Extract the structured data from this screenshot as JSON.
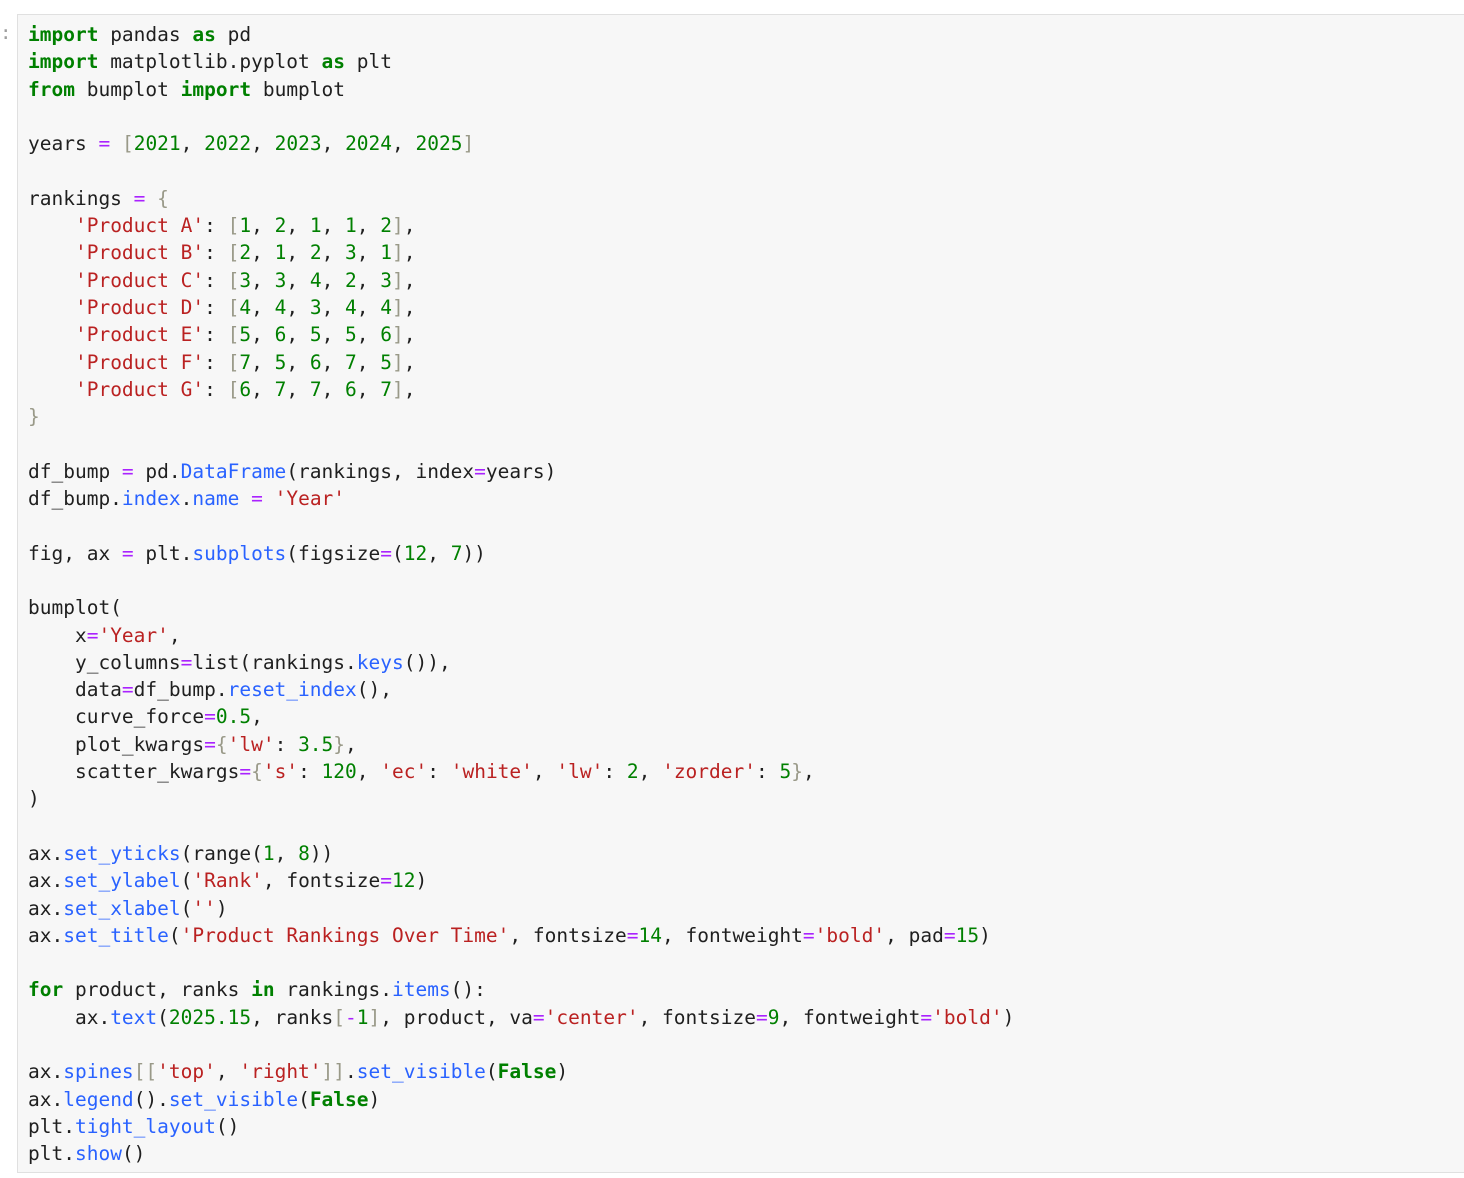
{
  "cell": {
    "prompt": ":",
    "lines": [
      [
        [
          "kw",
          "import"
        ],
        [
          "t",
          " pandas "
        ],
        [
          "kw",
          "as"
        ],
        [
          "t",
          " pd"
        ]
      ],
      [
        [
          "kw",
          "import"
        ],
        [
          "t",
          " matplotlib.pyplot "
        ],
        [
          "kw",
          "as"
        ],
        [
          "t",
          " plt"
        ]
      ],
      [
        [
          "kw",
          "from"
        ],
        [
          "t",
          " bumplot "
        ],
        [
          "kw",
          "import"
        ],
        [
          "t",
          " bumplot"
        ]
      ],
      [],
      [
        [
          "t",
          "years "
        ],
        [
          "op",
          "="
        ],
        [
          "t",
          " "
        ],
        [
          "br",
          "["
        ],
        [
          "num",
          "2021"
        ],
        [
          "t",
          ", "
        ],
        [
          "num",
          "2022"
        ],
        [
          "t",
          ", "
        ],
        [
          "num",
          "2023"
        ],
        [
          "t",
          ", "
        ],
        [
          "num",
          "2024"
        ],
        [
          "t",
          ", "
        ],
        [
          "num",
          "2025"
        ],
        [
          "br",
          "]"
        ]
      ],
      [],
      [
        [
          "t",
          "rankings "
        ],
        [
          "op",
          "="
        ],
        [
          "t",
          " "
        ],
        [
          "br",
          "{"
        ]
      ],
      [
        [
          "t",
          "    "
        ],
        [
          "str",
          "'Product A'"
        ],
        [
          "t",
          ": "
        ],
        [
          "br",
          "["
        ],
        [
          "num",
          "1"
        ],
        [
          "t",
          ", "
        ],
        [
          "num",
          "2"
        ],
        [
          "t",
          ", "
        ],
        [
          "num",
          "1"
        ],
        [
          "t",
          ", "
        ],
        [
          "num",
          "1"
        ],
        [
          "t",
          ", "
        ],
        [
          "num",
          "2"
        ],
        [
          "br",
          "]"
        ],
        [
          "t",
          ","
        ]
      ],
      [
        [
          "t",
          "    "
        ],
        [
          "str",
          "'Product B'"
        ],
        [
          "t",
          ": "
        ],
        [
          "br",
          "["
        ],
        [
          "num",
          "2"
        ],
        [
          "t",
          ", "
        ],
        [
          "num",
          "1"
        ],
        [
          "t",
          ", "
        ],
        [
          "num",
          "2"
        ],
        [
          "t",
          ", "
        ],
        [
          "num",
          "3"
        ],
        [
          "t",
          ", "
        ],
        [
          "num",
          "1"
        ],
        [
          "br",
          "]"
        ],
        [
          "t",
          ","
        ]
      ],
      [
        [
          "t",
          "    "
        ],
        [
          "str",
          "'Product C'"
        ],
        [
          "t",
          ": "
        ],
        [
          "br",
          "["
        ],
        [
          "num",
          "3"
        ],
        [
          "t",
          ", "
        ],
        [
          "num",
          "3"
        ],
        [
          "t",
          ", "
        ],
        [
          "num",
          "4"
        ],
        [
          "t",
          ", "
        ],
        [
          "num",
          "2"
        ],
        [
          "t",
          ", "
        ],
        [
          "num",
          "3"
        ],
        [
          "br",
          "]"
        ],
        [
          "t",
          ","
        ]
      ],
      [
        [
          "t",
          "    "
        ],
        [
          "str",
          "'Product D'"
        ],
        [
          "t",
          ": "
        ],
        [
          "br",
          "["
        ],
        [
          "num",
          "4"
        ],
        [
          "t",
          ", "
        ],
        [
          "num",
          "4"
        ],
        [
          "t",
          ", "
        ],
        [
          "num",
          "3"
        ],
        [
          "t",
          ", "
        ],
        [
          "num",
          "4"
        ],
        [
          "t",
          ", "
        ],
        [
          "num",
          "4"
        ],
        [
          "br",
          "]"
        ],
        [
          "t",
          ","
        ]
      ],
      [
        [
          "t",
          "    "
        ],
        [
          "str",
          "'Product E'"
        ],
        [
          "t",
          ": "
        ],
        [
          "br",
          "["
        ],
        [
          "num",
          "5"
        ],
        [
          "t",
          ", "
        ],
        [
          "num",
          "6"
        ],
        [
          "t",
          ", "
        ],
        [
          "num",
          "5"
        ],
        [
          "t",
          ", "
        ],
        [
          "num",
          "5"
        ],
        [
          "t",
          ", "
        ],
        [
          "num",
          "6"
        ],
        [
          "br",
          "]"
        ],
        [
          "t",
          ","
        ]
      ],
      [
        [
          "t",
          "    "
        ],
        [
          "str",
          "'Product F'"
        ],
        [
          "t",
          ": "
        ],
        [
          "br",
          "["
        ],
        [
          "num",
          "7"
        ],
        [
          "t",
          ", "
        ],
        [
          "num",
          "5"
        ],
        [
          "t",
          ", "
        ],
        [
          "num",
          "6"
        ],
        [
          "t",
          ", "
        ],
        [
          "num",
          "7"
        ],
        [
          "t",
          ", "
        ],
        [
          "num",
          "5"
        ],
        [
          "br",
          "]"
        ],
        [
          "t",
          ","
        ]
      ],
      [
        [
          "t",
          "    "
        ],
        [
          "str",
          "'Product G'"
        ],
        [
          "t",
          ": "
        ],
        [
          "br",
          "["
        ],
        [
          "num",
          "6"
        ],
        [
          "t",
          ", "
        ],
        [
          "num",
          "7"
        ],
        [
          "t",
          ", "
        ],
        [
          "num",
          "7"
        ],
        [
          "t",
          ", "
        ],
        [
          "num",
          "6"
        ],
        [
          "t",
          ", "
        ],
        [
          "num",
          "7"
        ],
        [
          "br",
          "]"
        ],
        [
          "t",
          ","
        ]
      ],
      [
        [
          "br",
          "}"
        ]
      ],
      [],
      [
        [
          "t",
          "df_bump "
        ],
        [
          "op",
          "="
        ],
        [
          "t",
          " pd."
        ],
        [
          "attr",
          "DataFrame"
        ],
        [
          "t",
          "(rankings, index"
        ],
        [
          "op",
          "="
        ],
        [
          "t",
          "years)"
        ]
      ],
      [
        [
          "t",
          "df_bump."
        ],
        [
          "attr",
          "index"
        ],
        [
          "t",
          "."
        ],
        [
          "attr",
          "name"
        ],
        [
          "t",
          " "
        ],
        [
          "op",
          "="
        ],
        [
          "t",
          " "
        ],
        [
          "str",
          "'Year'"
        ]
      ],
      [],
      [
        [
          "t",
          "fig, ax "
        ],
        [
          "op",
          "="
        ],
        [
          "t",
          " plt."
        ],
        [
          "attr",
          "subplots"
        ],
        [
          "t",
          "(figsize"
        ],
        [
          "op",
          "="
        ],
        [
          "t",
          "("
        ],
        [
          "num",
          "12"
        ],
        [
          "t",
          ", "
        ],
        [
          "num",
          "7"
        ],
        [
          "t",
          "))"
        ]
      ],
      [],
      [
        [
          "t",
          "bumplot("
        ]
      ],
      [
        [
          "t",
          "    x"
        ],
        [
          "op",
          "="
        ],
        [
          "str",
          "'Year'"
        ],
        [
          "t",
          ","
        ]
      ],
      [
        [
          "t",
          "    y_columns"
        ],
        [
          "op",
          "="
        ],
        [
          "t",
          "list(rankings."
        ],
        [
          "attr",
          "keys"
        ],
        [
          "t",
          "()),"
        ]
      ],
      [
        [
          "t",
          "    data"
        ],
        [
          "op",
          "="
        ],
        [
          "t",
          "df_bump."
        ],
        [
          "attr",
          "reset_index"
        ],
        [
          "t",
          "(),"
        ]
      ],
      [
        [
          "t",
          "    curve_force"
        ],
        [
          "op",
          "="
        ],
        [
          "num",
          "0.5"
        ],
        [
          "t",
          ","
        ]
      ],
      [
        [
          "t",
          "    plot_kwargs"
        ],
        [
          "op",
          "="
        ],
        [
          "br",
          "{"
        ],
        [
          "str",
          "'lw'"
        ],
        [
          "t",
          ": "
        ],
        [
          "num",
          "3.5"
        ],
        [
          "br",
          "}"
        ],
        [
          "t",
          ","
        ]
      ],
      [
        [
          "t",
          "    scatter_kwargs"
        ],
        [
          "op",
          "="
        ],
        [
          "br",
          "{"
        ],
        [
          "str",
          "'s'"
        ],
        [
          "t",
          ": "
        ],
        [
          "num",
          "120"
        ],
        [
          "t",
          ", "
        ],
        [
          "str",
          "'ec'"
        ],
        [
          "t",
          ": "
        ],
        [
          "str",
          "'white'"
        ],
        [
          "t",
          ", "
        ],
        [
          "str",
          "'lw'"
        ],
        [
          "t",
          ": "
        ],
        [
          "num",
          "2"
        ],
        [
          "t",
          ", "
        ],
        [
          "str",
          "'zorder'"
        ],
        [
          "t",
          ": "
        ],
        [
          "num",
          "5"
        ],
        [
          "br",
          "}"
        ],
        [
          "t",
          ","
        ]
      ],
      [
        [
          "t",
          ")"
        ]
      ],
      [],
      [
        [
          "t",
          "ax."
        ],
        [
          "attr",
          "set_yticks"
        ],
        [
          "t",
          "(range("
        ],
        [
          "num",
          "1"
        ],
        [
          "t",
          ", "
        ],
        [
          "num",
          "8"
        ],
        [
          "t",
          "))"
        ]
      ],
      [
        [
          "t",
          "ax."
        ],
        [
          "attr",
          "set_ylabel"
        ],
        [
          "t",
          "("
        ],
        [
          "str",
          "'Rank'"
        ],
        [
          "t",
          ", fontsize"
        ],
        [
          "op",
          "="
        ],
        [
          "num",
          "12"
        ],
        [
          "t",
          ")"
        ]
      ],
      [
        [
          "t",
          "ax."
        ],
        [
          "attr",
          "set_xlabel"
        ],
        [
          "t",
          "("
        ],
        [
          "str",
          "''"
        ],
        [
          "t",
          ")"
        ]
      ],
      [
        [
          "t",
          "ax."
        ],
        [
          "attr",
          "set_title"
        ],
        [
          "t",
          "("
        ],
        [
          "str",
          "'Product Rankings Over Time'"
        ],
        [
          "t",
          ", fontsize"
        ],
        [
          "op",
          "="
        ],
        [
          "num",
          "14"
        ],
        [
          "t",
          ", fontweight"
        ],
        [
          "op",
          "="
        ],
        [
          "str",
          "'bold'"
        ],
        [
          "t",
          ", pad"
        ],
        [
          "op",
          "="
        ],
        [
          "num",
          "15"
        ],
        [
          "t",
          ")"
        ]
      ],
      [],
      [
        [
          "kw",
          "for"
        ],
        [
          "t",
          " product, ranks "
        ],
        [
          "kw",
          "in"
        ],
        [
          "t",
          " rankings."
        ],
        [
          "attr",
          "items"
        ],
        [
          "t",
          "():"
        ]
      ],
      [
        [
          "t",
          "    ax."
        ],
        [
          "attr",
          "text"
        ],
        [
          "t",
          "("
        ],
        [
          "num",
          "2025.15"
        ],
        [
          "t",
          ", ranks"
        ],
        [
          "br",
          "["
        ],
        [
          "op",
          "-"
        ],
        [
          "num",
          "1"
        ],
        [
          "br",
          "]"
        ],
        [
          "t",
          ", product, va"
        ],
        [
          "op",
          "="
        ],
        [
          "str",
          "'center'"
        ],
        [
          "t",
          ", fontsize"
        ],
        [
          "op",
          "="
        ],
        [
          "num",
          "9"
        ],
        [
          "t",
          ", fontweight"
        ],
        [
          "op",
          "="
        ],
        [
          "str",
          "'bold'"
        ],
        [
          "t",
          ")"
        ]
      ],
      [],
      [
        [
          "t",
          "ax."
        ],
        [
          "attr",
          "spines"
        ],
        [
          "br",
          "[["
        ],
        [
          "str",
          "'top'"
        ],
        [
          "t",
          ", "
        ],
        [
          "str",
          "'right'"
        ],
        [
          "br",
          "]]"
        ],
        [
          "t",
          "."
        ],
        [
          "attr",
          "set_visible"
        ],
        [
          "t",
          "("
        ],
        [
          "kw",
          "False"
        ],
        [
          "t",
          ")"
        ]
      ],
      [
        [
          "t",
          "ax."
        ],
        [
          "attr",
          "legend"
        ],
        [
          "t",
          "()."
        ],
        [
          "attr",
          "set_visible"
        ],
        [
          "t",
          "("
        ],
        [
          "kw",
          "False"
        ],
        [
          "t",
          ")"
        ]
      ],
      [
        [
          "t",
          "plt."
        ],
        [
          "attr",
          "tight_layout"
        ],
        [
          "t",
          "()"
        ]
      ],
      [
        [
          "t",
          "plt."
        ],
        [
          "attr",
          "show"
        ],
        [
          "t",
          "()"
        ]
      ]
    ]
  }
}
